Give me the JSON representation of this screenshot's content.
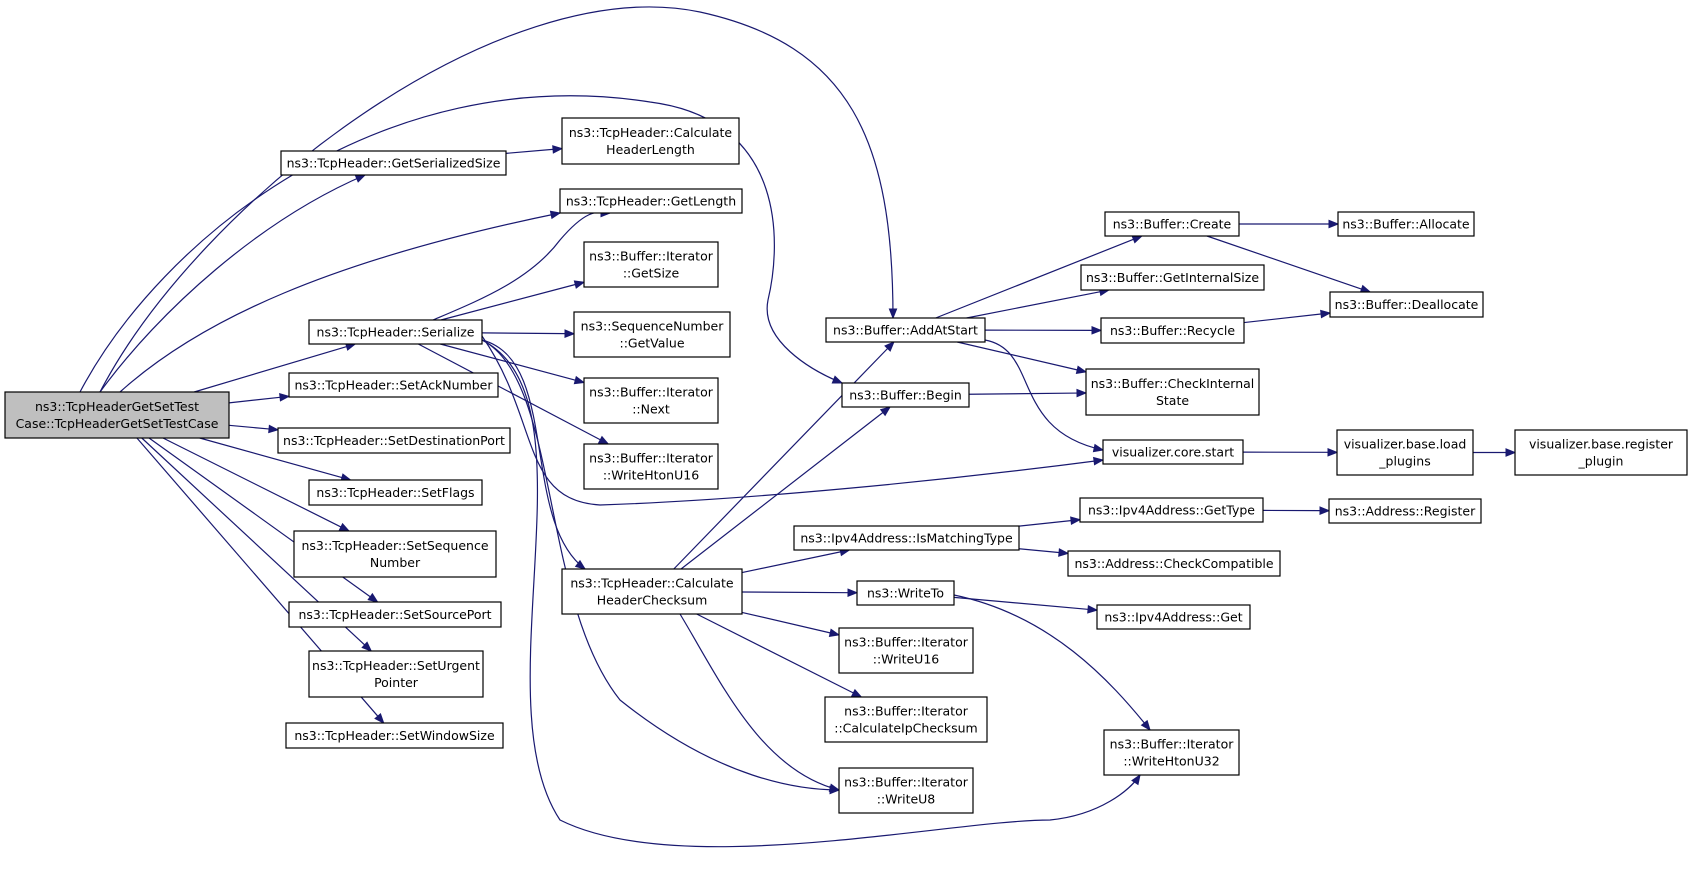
{
  "colors": {
    "edge": "#191970",
    "node_fill": "#ffffff",
    "root_fill": "#bfbfbf",
    "node_stroke": "#000000"
  },
  "nodes": [
    {
      "id": "root",
      "lines": [
        "ns3::TcpHeaderGetSetTest",
        "Case::TcpHeaderGetSetTestCase"
      ],
      "root": true
    },
    {
      "id": "getSerializedSize",
      "lines": [
        "ns3::TcpHeader::GetSerializedSize"
      ]
    },
    {
      "id": "calcHeaderLength",
      "lines": [
        "ns3::TcpHeader::Calculate",
        "HeaderLength"
      ]
    },
    {
      "id": "getLength",
      "lines": [
        "ns3::TcpHeader::GetLength"
      ]
    },
    {
      "id": "iterGetSize",
      "lines": [
        "ns3::Buffer::Iterator",
        "::GetSize"
      ]
    },
    {
      "id": "serialize",
      "lines": [
        "ns3::TcpHeader::Serialize"
      ]
    },
    {
      "id": "seqGetValue",
      "lines": [
        "ns3::SequenceNumber",
        "::GetValue"
      ]
    },
    {
      "id": "iterNext",
      "lines": [
        "ns3::Buffer::Iterator",
        "::Next"
      ]
    },
    {
      "id": "iterWriteHtonU16",
      "lines": [
        "ns3::Buffer::Iterator",
        "::WriteHtonU16"
      ]
    },
    {
      "id": "setAckNumber",
      "lines": [
        "ns3::TcpHeader::SetAckNumber"
      ]
    },
    {
      "id": "setDestinationPort",
      "lines": [
        "ns3::TcpHeader::SetDestinationPort"
      ]
    },
    {
      "id": "setFlags",
      "lines": [
        "ns3::TcpHeader::SetFlags"
      ]
    },
    {
      "id": "setSequenceNumber",
      "lines": [
        "ns3::TcpHeader::SetSequence",
        "Number"
      ]
    },
    {
      "id": "setSourcePort",
      "lines": [
        "ns3::TcpHeader::SetSourcePort"
      ]
    },
    {
      "id": "setUrgentPointer",
      "lines": [
        "ns3::TcpHeader::SetUrgent",
        "Pointer"
      ]
    },
    {
      "id": "setWindowSize",
      "lines": [
        "ns3::TcpHeader::SetWindowSize"
      ]
    },
    {
      "id": "calcHeaderChecksum",
      "lines": [
        "ns3::TcpHeader::Calculate",
        "HeaderChecksum"
      ]
    },
    {
      "id": "addAtStart",
      "lines": [
        "ns3::Buffer::AddAtStart"
      ]
    },
    {
      "id": "begin",
      "lines": [
        "ns3::Buffer::Begin"
      ]
    },
    {
      "id": "create",
      "lines": [
        "ns3::Buffer::Create"
      ]
    },
    {
      "id": "allocate",
      "lines": [
        "ns3::Buffer::Allocate"
      ]
    },
    {
      "id": "getInternalSize",
      "lines": [
        "ns3::Buffer::GetInternalSize"
      ]
    },
    {
      "id": "deallocate",
      "lines": [
        "ns3::Buffer::Deallocate"
      ]
    },
    {
      "id": "recycle",
      "lines": [
        "ns3::Buffer::Recycle"
      ]
    },
    {
      "id": "checkInternalState",
      "lines": [
        "ns3::Buffer::CheckInternal",
        "State"
      ]
    },
    {
      "id": "vizCoreStart",
      "lines": [
        "visualizer.core.start"
      ]
    },
    {
      "id": "vizLoadPlugins",
      "lines": [
        "visualizer.base.load",
        "_plugins"
      ]
    },
    {
      "id": "vizRegisterPlugin",
      "lines": [
        "visualizer.base.register",
        "_plugin"
      ]
    },
    {
      "id": "isMatchingType",
      "lines": [
        "ns3::Ipv4Address::IsMatchingType"
      ]
    },
    {
      "id": "ipv4GetType",
      "lines": [
        "ns3::Ipv4Address::GetType"
      ]
    },
    {
      "id": "addressRegister",
      "lines": [
        "ns3::Address::Register"
      ]
    },
    {
      "id": "checkCompatible",
      "lines": [
        "ns3::Address::CheckCompatible"
      ]
    },
    {
      "id": "writeTo",
      "lines": [
        "ns3::WriteTo"
      ]
    },
    {
      "id": "ipv4Get",
      "lines": [
        "ns3::Ipv4Address::Get"
      ]
    },
    {
      "id": "iterWriteU16",
      "lines": [
        "ns3::Buffer::Iterator",
        "::WriteU16"
      ]
    },
    {
      "id": "iterCalcIpChecksum",
      "lines": [
        "ns3::Buffer::Iterator",
        "::CalculateIpChecksum"
      ]
    },
    {
      "id": "iterWriteHtonU32",
      "lines": [
        "ns3::Buffer::Iterator",
        "::WriteHtonU32"
      ]
    },
    {
      "id": "iterWriteU8",
      "lines": [
        "ns3::Buffer::Iterator",
        "::WriteU8"
      ]
    }
  ],
  "edges": [
    [
      "root",
      "getSerializedSize"
    ],
    [
      "root",
      "getLength"
    ],
    [
      "root",
      "serialize"
    ],
    [
      "root",
      "setAckNumber"
    ],
    [
      "root",
      "setDestinationPort"
    ],
    [
      "root",
      "setFlags"
    ],
    [
      "root",
      "setSequenceNumber"
    ],
    [
      "root",
      "setSourcePort"
    ],
    [
      "root",
      "setUrgentPointer"
    ],
    [
      "root",
      "setWindowSize"
    ],
    [
      "root",
      "addAtStart"
    ],
    [
      "root",
      "begin"
    ],
    [
      "getSerializedSize",
      "calcHeaderLength"
    ],
    [
      "serialize",
      "getLength"
    ],
    [
      "serialize",
      "iterGetSize"
    ],
    [
      "serialize",
      "seqGetValue"
    ],
    [
      "serialize",
      "iterNext"
    ],
    [
      "serialize",
      "iterWriteHtonU16"
    ],
    [
      "serialize",
      "calcHeaderChecksum"
    ],
    [
      "serialize",
      "vizCoreStart"
    ],
    [
      "serialize",
      "iterWriteU8"
    ],
    [
      "serialize",
      "iterWriteHtonU32"
    ],
    [
      "calcHeaderChecksum",
      "addAtStart"
    ],
    [
      "calcHeaderChecksum",
      "begin"
    ],
    [
      "calcHeaderChecksum",
      "isMatchingType"
    ],
    [
      "calcHeaderChecksum",
      "writeTo"
    ],
    [
      "calcHeaderChecksum",
      "iterWriteU16"
    ],
    [
      "calcHeaderChecksum",
      "iterCalcIpChecksum"
    ],
    [
      "calcHeaderChecksum",
      "iterWriteU8"
    ],
    [
      "addAtStart",
      "create"
    ],
    [
      "addAtStart",
      "getInternalSize"
    ],
    [
      "addAtStart",
      "recycle"
    ],
    [
      "addAtStart",
      "checkInternalState"
    ],
    [
      "addAtStart",
      "vizCoreStart"
    ],
    [
      "begin",
      "checkInternalState"
    ],
    [
      "create",
      "allocate"
    ],
    [
      "create",
      "deallocate"
    ],
    [
      "recycle",
      "deallocate"
    ],
    [
      "vizCoreStart",
      "vizLoadPlugins"
    ],
    [
      "vizLoadPlugins",
      "vizRegisterPlugin"
    ],
    [
      "isMatchingType",
      "ipv4GetType"
    ],
    [
      "isMatchingType",
      "checkCompatible"
    ],
    [
      "ipv4GetType",
      "addressRegister"
    ],
    [
      "writeTo",
      "ipv4Get"
    ],
    [
      "writeTo",
      "iterWriteHtonU32"
    ]
  ]
}
